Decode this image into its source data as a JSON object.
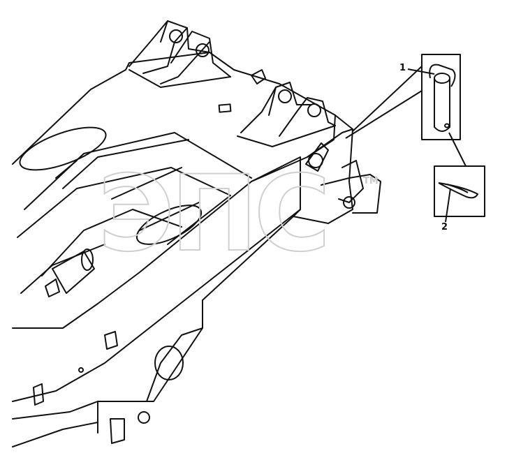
{
  "callouts": [
    {
      "label": "1",
      "part": "pin"
    },
    {
      "label": "2",
      "part": "cotter-pin"
    }
  ],
  "watermark": {
    "text": "ЭПС",
    "mark": "TM"
  },
  "colors": {
    "line": "#111111",
    "watermark": "#cfcfcf",
    "background": "#ffffff"
  }
}
